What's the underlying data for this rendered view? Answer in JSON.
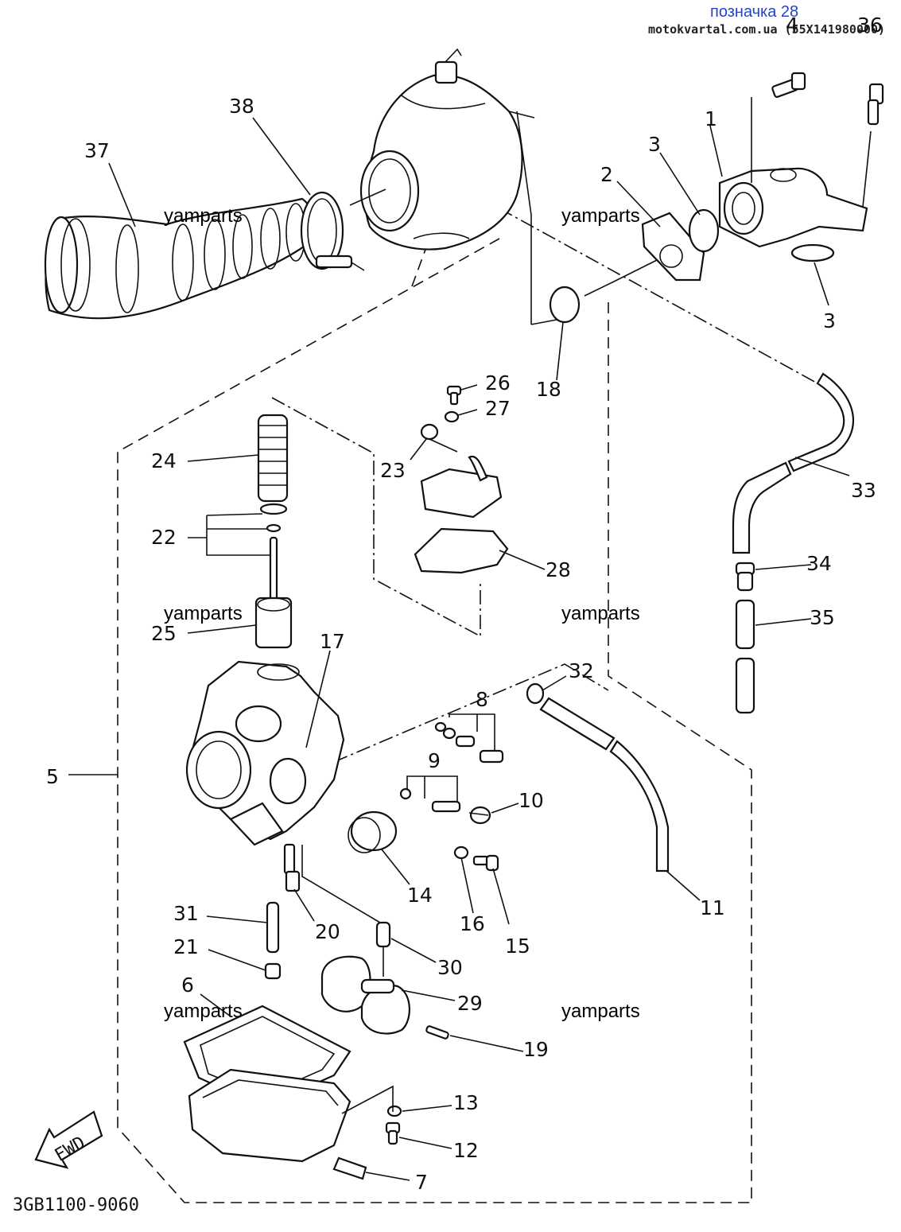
{
  "header": {
    "label": "позначка 28",
    "site": "motokvartal.com.ua (55X141980000)"
  },
  "watermark": "yamparts",
  "diagram_code": "3GB1100-9060",
  "fwd_label": "FWD",
  "callouts": {
    "c1": "1",
    "c2": "2",
    "c3a": "3",
    "c3b": "3",
    "c4": "4",
    "c5": "5",
    "c6": "6",
    "c7": "7",
    "c8": "8",
    "c9": "9",
    "c10": "10",
    "c11": "11",
    "c12": "12",
    "c13": "13",
    "c14": "14",
    "c15": "15",
    "c16": "16",
    "c17": "17",
    "c18": "18",
    "c19": "19",
    "c20": "20",
    "c21": "21",
    "c22": "22",
    "c23": "23",
    "c24": "24",
    "c25": "25",
    "c26": "26",
    "c27": "27",
    "c28": "28",
    "c29": "29",
    "c30": "30",
    "c31": "31",
    "c32": "32",
    "c33": "33",
    "c34": "34",
    "c35": "35",
    "c36": "36",
    "c37": "37",
    "c38": "38"
  }
}
